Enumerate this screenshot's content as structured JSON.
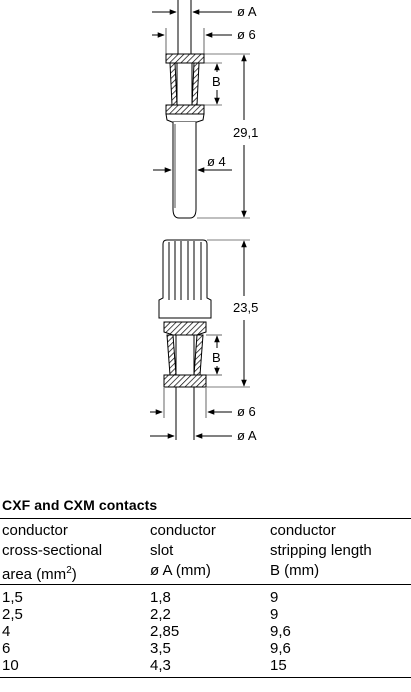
{
  "drawing": {
    "male_contact": {
      "labels": {
        "dia_a": "ø A",
        "dia_6": "ø 6",
        "b": "B",
        "length": "29,1",
        "dia_4": "ø 4"
      }
    },
    "female_contact": {
      "labels": {
        "length": "23,5",
        "b": "B",
        "dia_6": "ø 6",
        "dia_a": "ø A"
      }
    }
  },
  "table": {
    "title": "CXF and CXM contacts",
    "headers": [
      {
        "line1": "conductor",
        "line2": "cross-sectional",
        "line3_pre": "area (mm",
        "line3_sup": "2",
        "line3_post": ")"
      },
      {
        "line1": "conductor",
        "line2": "slot",
        "line3_pre": "ø A (mm)",
        "line3_sup": "",
        "line3_post": ""
      },
      {
        "line1": "conductor",
        "line2": "stripping length",
        "line3_pre": "B (mm)",
        "line3_sup": "",
        "line3_post": ""
      }
    ],
    "rows": [
      [
        "1,5",
        "1,8",
        "9"
      ],
      [
        "2,5",
        "2,2",
        "9"
      ],
      [
        "4",
        "2,85",
        "9,6"
      ],
      [
        "6",
        "3,5",
        "9,6"
      ],
      [
        "10",
        "4,3",
        "15"
      ]
    ]
  }
}
